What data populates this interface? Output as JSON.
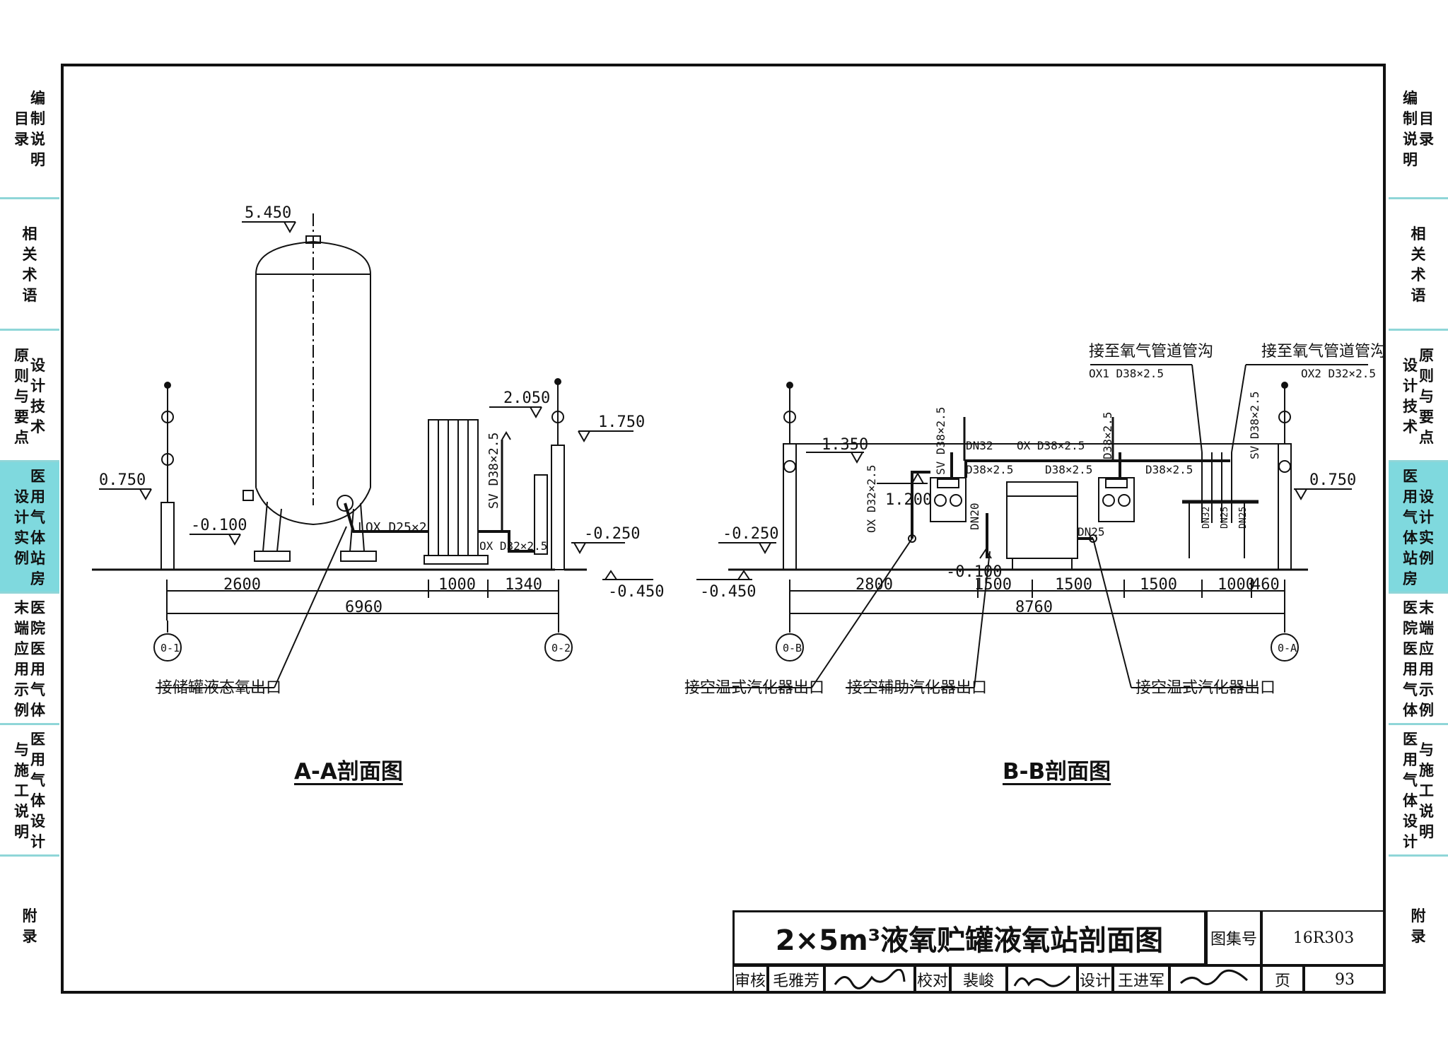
{
  "side_nav": [
    {
      "columns": [
        "目录",
        "编制说明"
      ],
      "active": false
    },
    {
      "columns": [
        "相关术语"
      ],
      "active": false
    },
    {
      "columns": [
        "原则与要点",
        "设计技术"
      ],
      "active": false
    },
    {
      "columns": [
        "设计实例",
        "医用气体站房"
      ],
      "active": true
    },
    {
      "columns": [
        "末端应用示例",
        "医院医用气体"
      ],
      "active": false
    },
    {
      "columns": [
        "与施工说明",
        "医用气体设计"
      ],
      "active": false
    },
    {
      "columns": [
        "附录"
      ],
      "active": false
    }
  ],
  "sections": {
    "aa": {
      "caption": "A-A剖面图",
      "elevations": [
        "5.450",
        "0.750",
        "-0.100",
        "2.050",
        "1.750",
        "-0.250",
        "-0.450"
      ],
      "pipes": [
        "SV D38×2.5",
        "LOX D25×2",
        "OX D32×2.5"
      ],
      "dims": [
        "2600",
        "1000",
        "1340",
        "6960"
      ],
      "axes": [
        "0-1",
        "0-2"
      ],
      "note": "接储罐液态氧出口"
    },
    "bb": {
      "caption": "B-B剖面图",
      "elevations": [
        "1.350",
        "1.200",
        "0.750",
        "-0.250",
        "-0.450",
        "-0.100"
      ],
      "pipes": [
        "SV D38×2.5",
        "DN32",
        "OX D38×2.5",
        "D38×2.5",
        "D38×2.5",
        "D38×2.5",
        "OX D32×2.5",
        "DN20",
        "DN25",
        "D38×2.5",
        "SV D38×2.5",
        "DN32",
        "DN25",
        "DN25"
      ],
      "dims": [
        "2800",
        "1500",
        "1500",
        "1500",
        "1000",
        "460",
        "8760"
      ],
      "axes": [
        "0-B",
        "0-A"
      ],
      "notes": [
        "接至氧气管道管沟",
        "接至氧气管道管沟",
        "OX1 D38×2.5",
        "OX2 D32×2.5",
        "接空温式汽化器出口",
        "接空辅助汽化器出口",
        "接空温式汽化器出口"
      ]
    }
  },
  "title_block": {
    "title": "2×5m³液氧贮罐液氧站剖面图",
    "atlas_label": "图集号",
    "atlas_no": "16R303",
    "review_label": "审核",
    "reviewer": "毛雅芳",
    "check_label": "校对",
    "checker": "裴峻",
    "design_label": "设计",
    "designer": "王进军",
    "page_label": "页",
    "page_no": "93"
  }
}
